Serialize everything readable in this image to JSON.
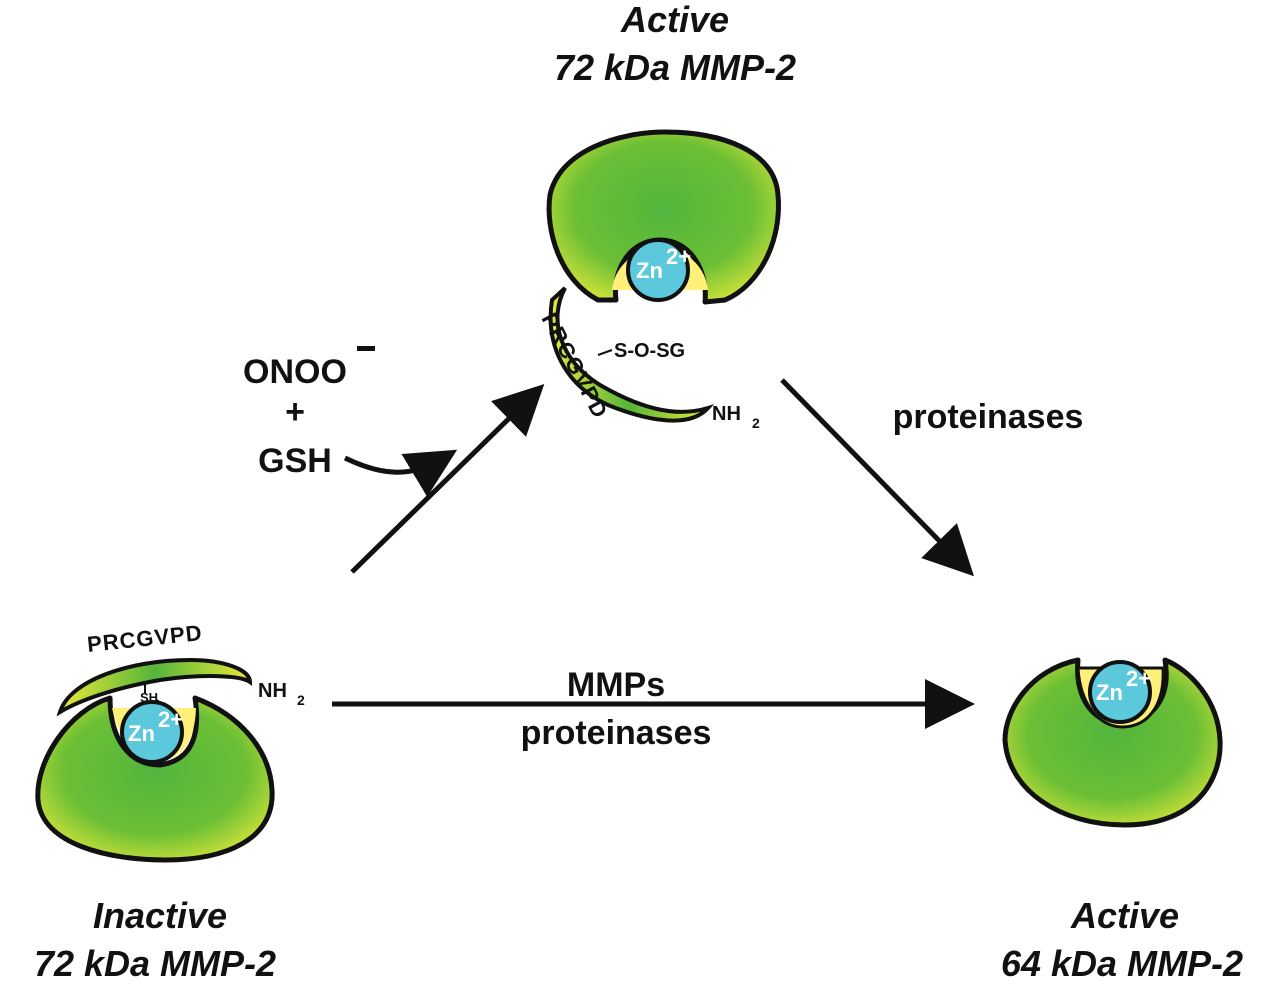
{
  "top": {
    "title_line1": "Active",
    "title_line2": "72 kDa MMP-2",
    "sequence": "PRCGVPD",
    "modification": "S-O-SG",
    "terminus": "NH",
    "terminus_sub": "2",
    "zinc": "Zn",
    "zinc_sup": "2+"
  },
  "left": {
    "title_line1": "Inactive",
    "title_line2": "72 kDa MMP-2",
    "sequence": "PRCGVPD",
    "thiol": "SH",
    "terminus": "NH",
    "terminus_sub": "2",
    "zinc": "Zn",
    "zinc_sup": "2+"
  },
  "right": {
    "title_line1": "Active",
    "title_line2": "64 kDa MMP-2",
    "zinc": "Zn",
    "zinc_sup": "2+"
  },
  "arrows": {
    "diagonal_up": {
      "reagent1": "ONOO",
      "reagent1_charge": "−",
      "plus": "+",
      "reagent2": "GSH"
    },
    "diagonal_down": {
      "label": "proteinases"
    },
    "horizontal": {
      "label1": "MMPs",
      "label2": "proteinases"
    }
  },
  "colors": {
    "protein_green": "#5bb83a",
    "protein_edge": "#c6df3a",
    "zinc_blue": "#5cc8dc",
    "pocket_yellow": "#fff07a"
  }
}
